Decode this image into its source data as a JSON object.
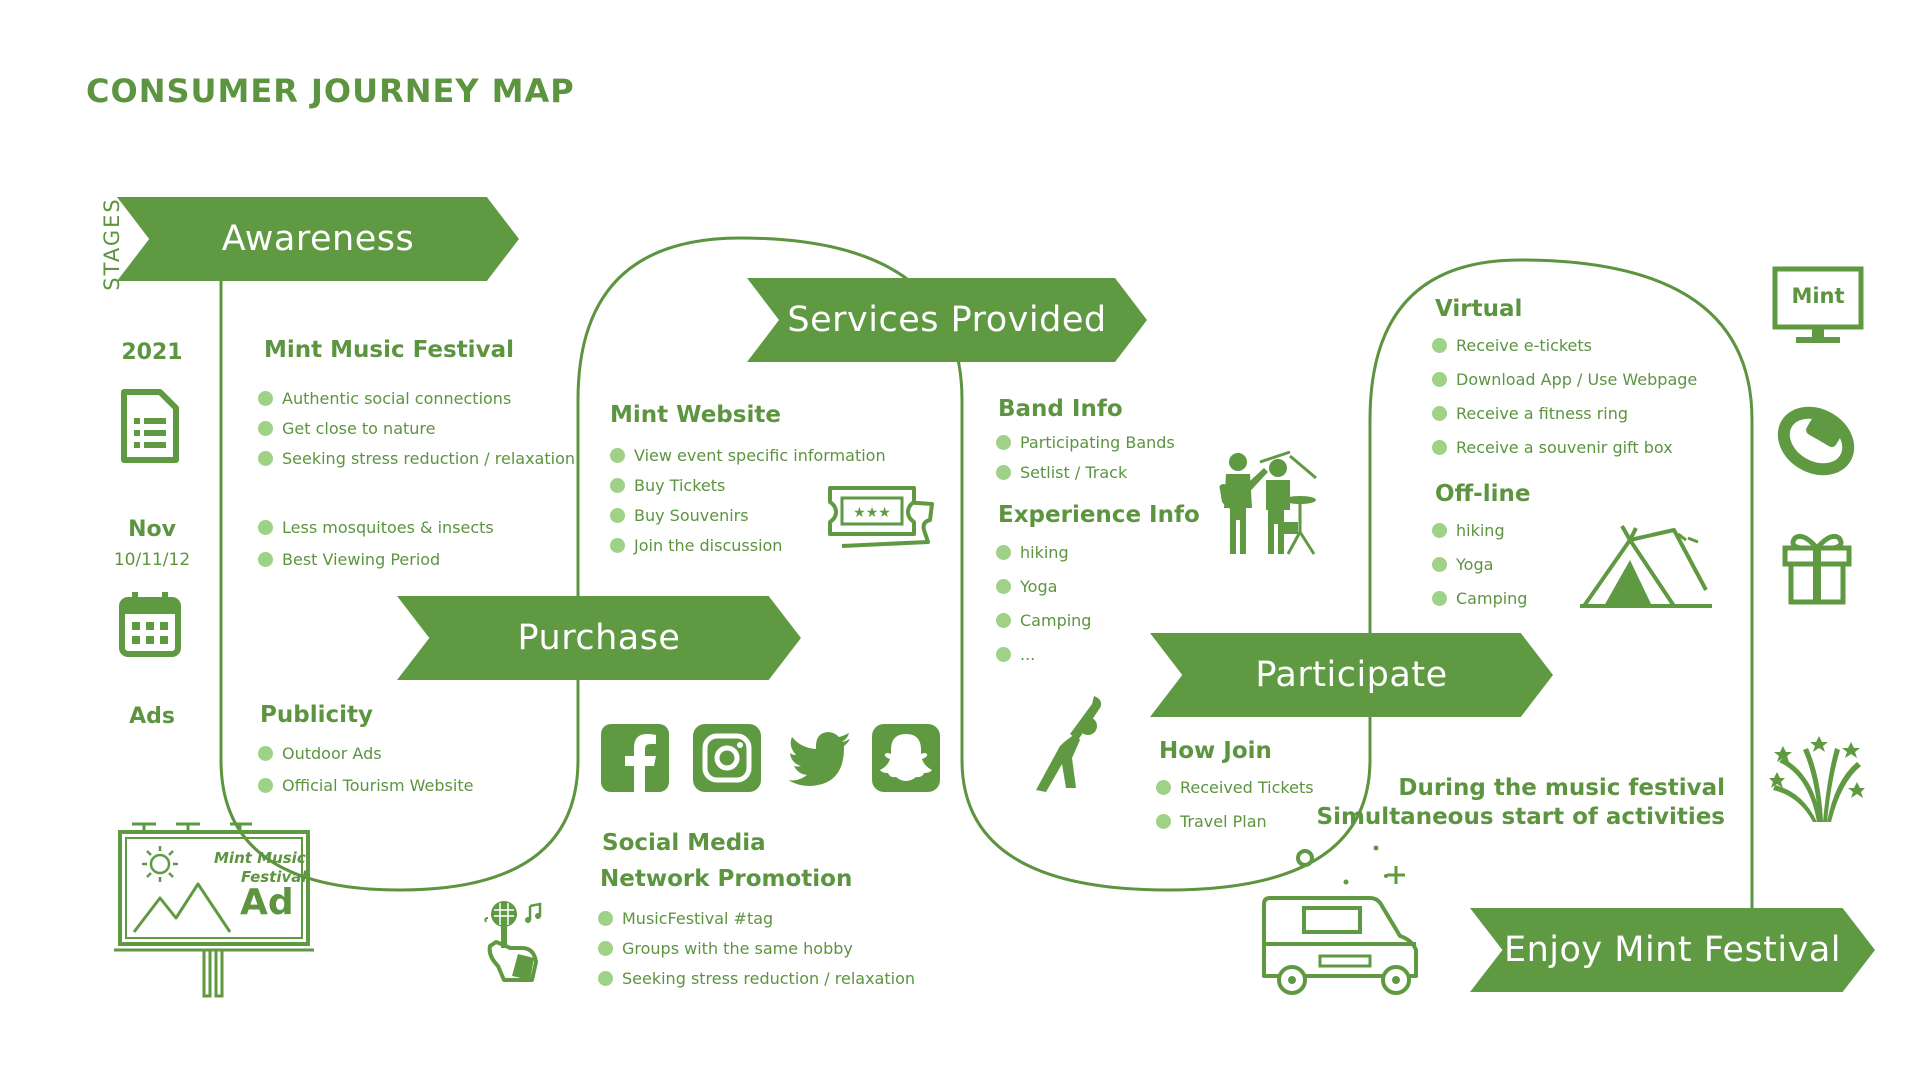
{
  "title": "CONSUMER JOURNEY MAP",
  "stages_label": "STAGES",
  "stages": {
    "awareness": "Awareness",
    "services": "Services Provided",
    "purchase": "Purchase",
    "participate": "Participate",
    "enjoy": "Enjoy Mint Festival"
  },
  "left_column": {
    "year": "2021",
    "month": "Nov",
    "dates": "10/11/12",
    "ads": "Ads"
  },
  "awareness": {
    "heading": "Mint Music Festival",
    "items": [
      "Authentic social connections",
      "Get close to nature",
      "Seeking stress reduction / relaxation"
    ],
    "items2": [
      "Less mosquitoes & insects",
      "Best Viewing Period"
    ],
    "publicity_heading": "Publicity",
    "publicity_items": [
      "Outdoor Ads",
      "Official Tourism Website"
    ],
    "billboard": {
      "line1": "Mint Music",
      "line2": "Festival",
      "ad": "Ad"
    }
  },
  "website": {
    "heading": "Mint Website",
    "items": [
      "View event specific information",
      "Buy Tickets",
      "Buy Souvenirs",
      "Join the discussion"
    ]
  },
  "social": {
    "heading_line1": "Social Media",
    "heading_line2": "Network Promotion",
    "items": [
      "MusicFestival #tag",
      "Groups with the same hobby",
      "Seeking stress reduction / relaxation"
    ]
  },
  "services": {
    "band_heading": "Band Info",
    "band_items": [
      "Participating Bands",
      "Setlist / Track"
    ],
    "experience_heading": "Experience Info",
    "experience_items": [
      "hiking",
      "Yoga",
      "Camping",
      "..."
    ]
  },
  "participate": {
    "heading": "How Join",
    "items": [
      "Received Tickets",
      "Travel Plan"
    ],
    "virtual_heading": "Virtual",
    "virtual_items": [
      "Receive e-tickets",
      "Download App / Use Webpage",
      "Receive a fitness ring",
      "Receive a souvenir gift box"
    ],
    "offline_heading": "Off-line",
    "offline_items": [
      "hiking",
      "Yoga",
      "Camping"
    ]
  },
  "enjoy": {
    "line1": "During the music festival",
    "line2": "Simultaneous start of activities",
    "monitor_label": "Mint"
  },
  "colors": {
    "primary": "#5f9a43",
    "bullet": "#9fd186",
    "text": "#5c9440"
  }
}
